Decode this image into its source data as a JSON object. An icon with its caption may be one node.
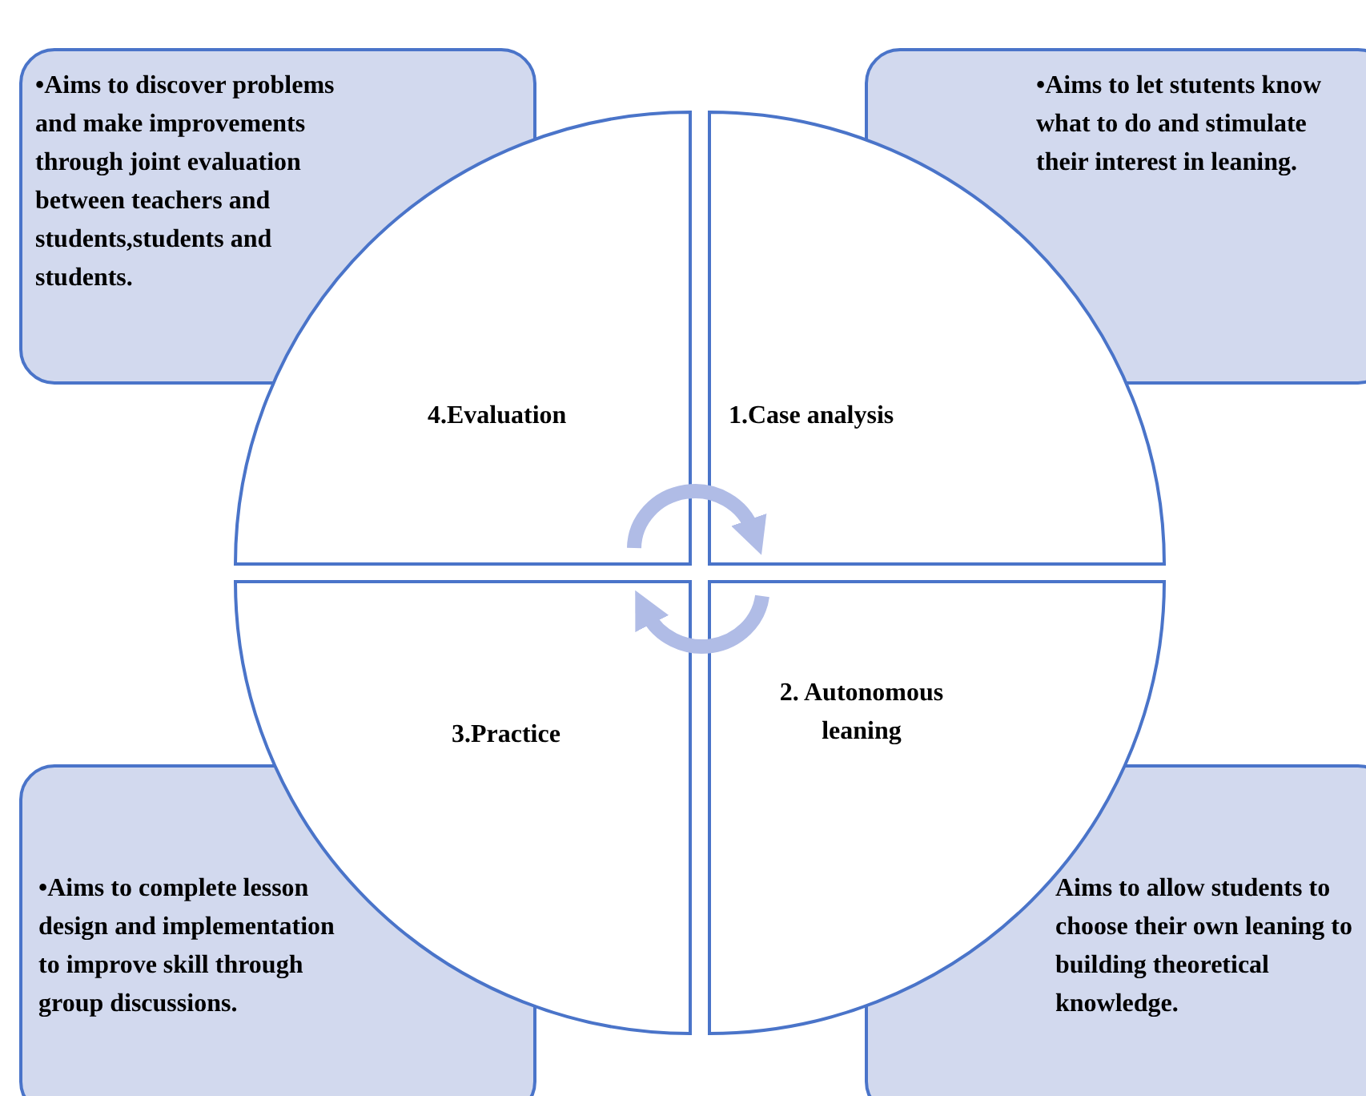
{
  "diagram": {
    "nodes": [
      {
        "text": [
          "•Aims to discover problems and make improvements through joint evaluation between teachers and students,students and students."
        ]
      },
      {
        "text": [
          "•Aims to let stutents know what to do and stimulate their interest in leaning."
        ]
      },
      {
        "text": [
          "4.Evaluation"
        ]
      },
      {
        "text": [
          "1.Case analysis"
        ]
      },
      {
        "text": [
          "3.Practice"
        ]
      },
      {
        "text": [
          "2. Autonomous leaning"
        ]
      },
      {
        "text": [
          "•Aims to complete lesson design and implementation to improve skill through group discussions."
        ]
      },
      {
        "text": [
          "Aims to allow students to choose their own leaning to building theoretical knowledge."
        ]
      }
    ],
    "edges": [
      {
        "from": 2,
        "to": 3,
        "arrow": "to"
      },
      {
        "from": 5,
        "to": 4,
        "arrow": "to"
      }
    ]
  }
}
